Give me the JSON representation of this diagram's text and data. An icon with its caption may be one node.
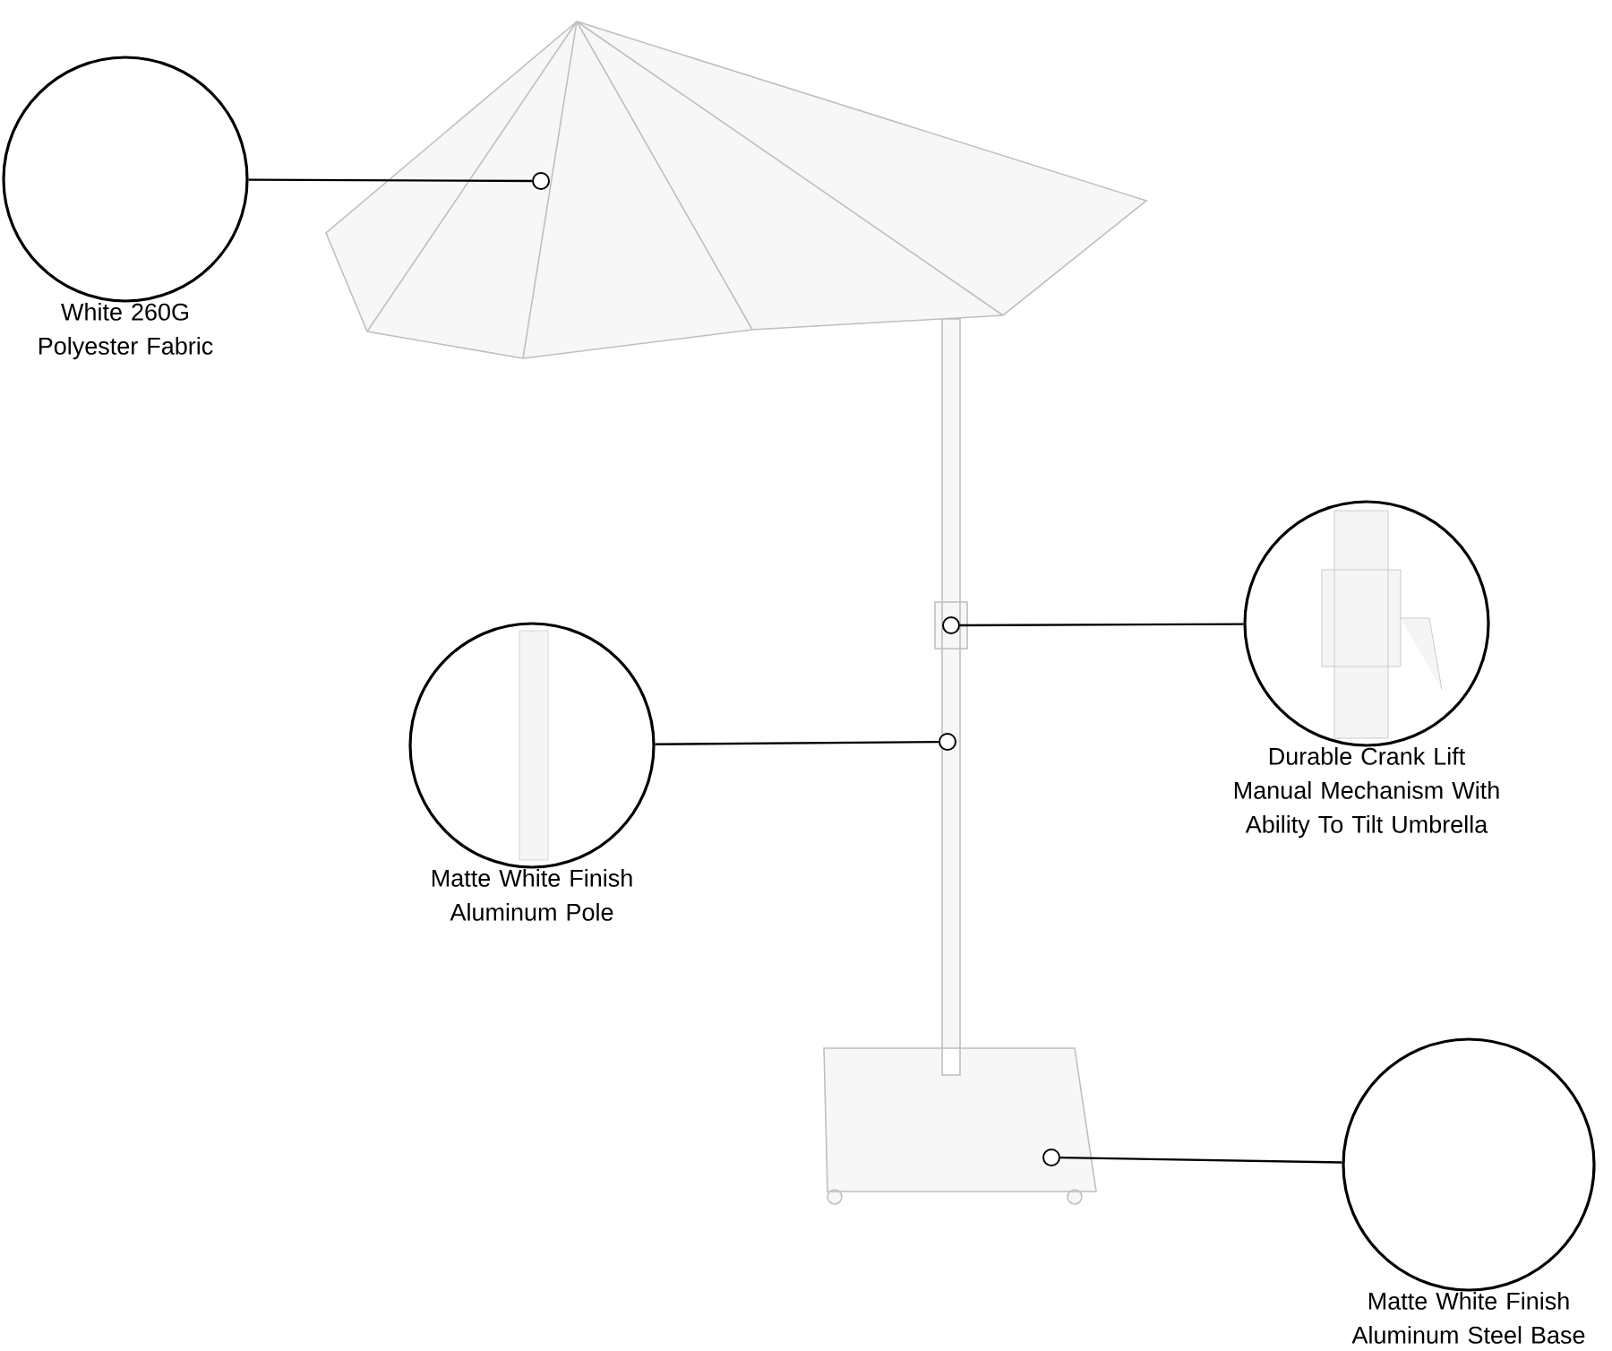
{
  "diagram": {
    "nodes": [
      {
        "text": [
          "White 260G Polyester Fabric"
        ]
      },
      {
        "text": [
          "Durable Crank Lift Manual Mechanism With Ability To Tilt Umbrella"
        ]
      },
      {
        "text": [
          "Matte White Finish Aluminum Pole"
        ]
      },
      {
        "text": [
          "Matte White Finish Aluminum Steel Base"
        ]
      },
      {
        "text": [],
        "shape": "circle"
      },
      {
        "text": [],
        "shape": "circle"
      },
      {
        "text": [],
        "shape": "circle"
      },
      {
        "text": [],
        "shape": "circle"
      }
    ],
    "edges": [
      {
        "from": 0,
        "to": 4,
        "arrow": "none"
      },
      {
        "from": 1,
        "to": 5,
        "arrow": "none"
      },
      {
        "from": 2,
        "to": 6,
        "arrow": "none"
      },
      {
        "from": 3,
        "to": 7,
        "arrow": "none"
      }
    ]
  }
}
